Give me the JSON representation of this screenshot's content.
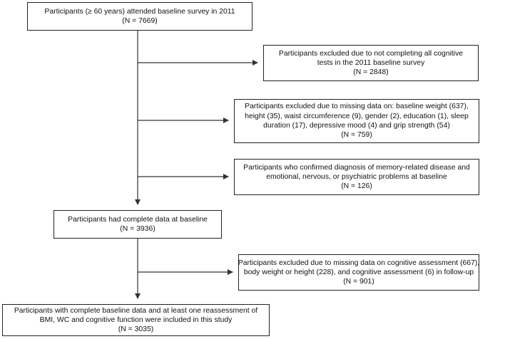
{
  "boxes": {
    "baseline": {
      "lines": [
        "Participants (≥ 60 years) attended baseline survey in 2011",
        "(N = 7669)"
      ]
    },
    "excluded_cognitive": {
      "lines": [
        "Participants excluded due to not completing all cognitive",
        "tests in the 2011 baseline survey",
        "(N = 2848)"
      ]
    },
    "excluded_missing": {
      "lines": [
        "Participants excluded due to missing data on: baseline weight (637),",
        "height (35), waist circumference (9), gender (2), education (1), sleep",
        "duration (17), depressive mood (4) and grip strength (54)",
        "(N = 759)"
      ]
    },
    "excluded_diagnosis": {
      "lines": [
        "Participants who confirmed diagnosis of memory-related disease and",
        "emotional, nervous, or psychiatric problems at baseline",
        "(N = 126)"
      ]
    },
    "complete_baseline": {
      "lines": [
        "Participants had complete data at baseline",
        "(N = 3936)"
      ]
    },
    "excluded_followup": {
      "lines": [
        "Participants excluded due to missing data on cognitive assessment (667),",
        "body weight or height (228), and cognitive assessment (6) in follow-up",
        "(N = 901)"
      ]
    },
    "final_sample": {
      "lines": [
        "Participants with complete baseline data and at least one reassessment of",
        "BMI, WC and cognitive function were included in this study",
        "(N = 3035)"
      ]
    }
  },
  "colors": {
    "line": "#333333",
    "border": "#222222",
    "text": "#111111"
  }
}
